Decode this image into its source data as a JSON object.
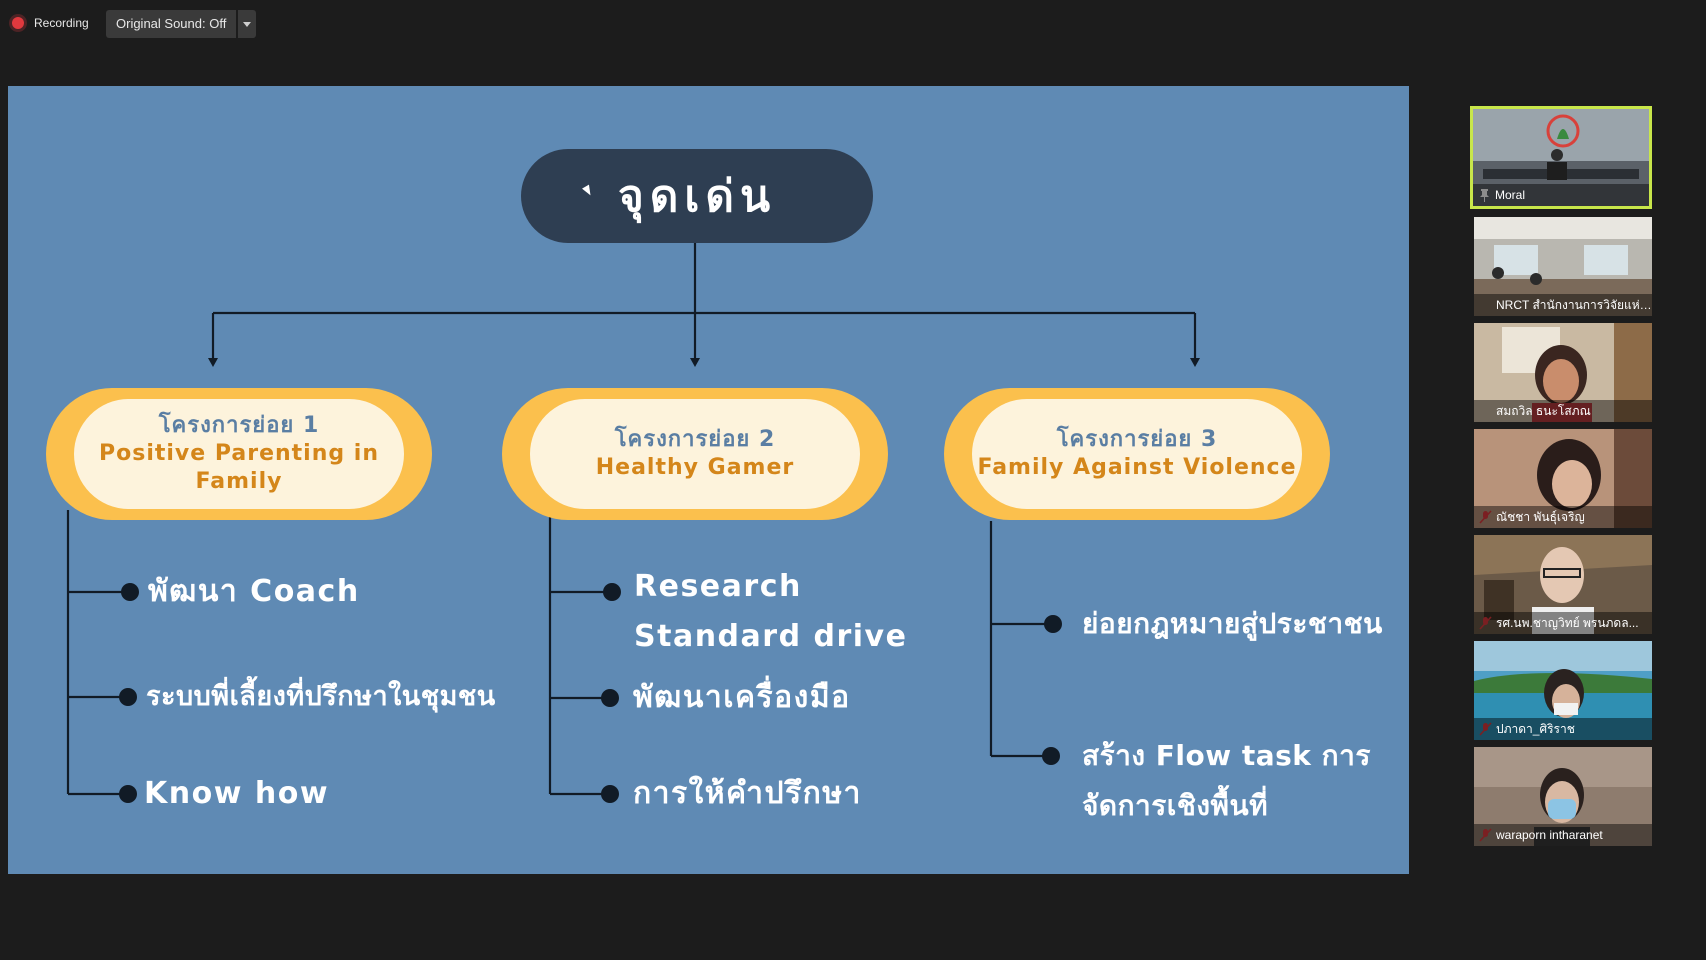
{
  "toolbar": {
    "recording_label": "Recording",
    "original_sound_label": "Original Sound: Off"
  },
  "slide": {
    "title": "จุดเด่น",
    "subprojects": [
      {
        "heading": "โครงการย่อย 1",
        "name": "Positive Parenting in Family"
      },
      {
        "heading": "โครงการย่อย 2",
        "name": "Healthy Gamer"
      },
      {
        "heading": "โครงการย่อย 3",
        "name": "Family Against Violence"
      }
    ],
    "bullets": {
      "col1": [
        "พัฒนา Coach",
        "ระบบพี่เลี้ยงที่ปรึกษาในชุมชน",
        "Know how"
      ],
      "col2": [
        "Research Standard drive",
        "พัฒนาเครื่องมือ",
        "การให้คำปรึกษา"
      ],
      "col3": [
        "ย่อยกฎหมายสู่ประชาชน",
        "สร้าง Flow task การจัดการเชิงพื้นที่"
      ]
    }
  },
  "participants": [
    {
      "name": "Moral",
      "icon": "pin-icon",
      "active": true
    },
    {
      "name": "NRCT สำนักงานการวิจัยแห่งช...",
      "icon": "none"
    },
    {
      "name": "สมถวิล ธนะโสภณ",
      "icon": "none"
    },
    {
      "name": "ณัชชา พันธุ์เจริญ",
      "icon": "mic-muted-icon"
    },
    {
      "name": "รศ.นพ.ชาญวิทย์ พรนภดล...",
      "icon": "mic-muted-icon"
    },
    {
      "name": "ปภาดา_ศิริราช",
      "icon": "mic-muted-icon"
    },
    {
      "name": "waraporn intharanet",
      "icon": "mic-muted-icon"
    }
  ],
  "colors": {
    "slide_bg": "#5f8ab4",
    "title_pill": "#2e3e52",
    "subproject_ring": "#fbc04d",
    "subproject_fill": "#fdf3dc",
    "subproject_heading": "#5a7ea3",
    "subproject_name": "#d4861a",
    "recording_dot": "#e0393e",
    "active_speaker_border": "#c8e64a"
  }
}
